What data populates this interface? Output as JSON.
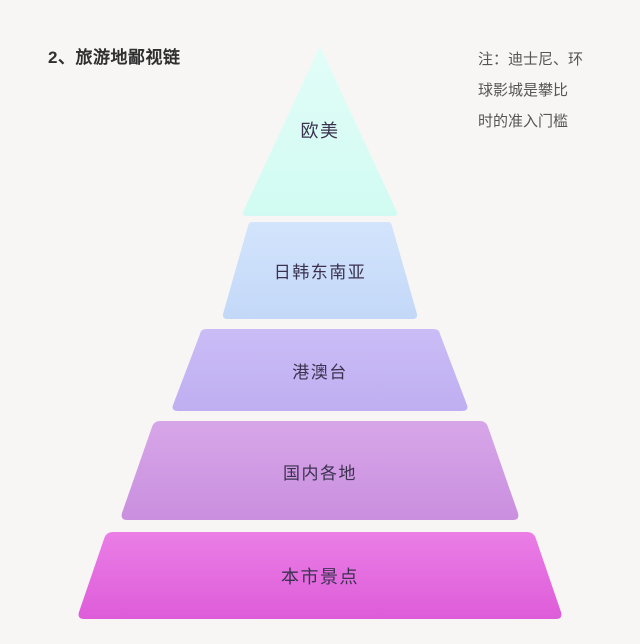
{
  "background_color": "#f7f6f5",
  "title": "2、旅游地鄙视链",
  "note": {
    "lines": [
      "注：迪士尼、环",
      "球影城是攀比",
      "时的准入门槛"
    ]
  },
  "chart_data": {
    "type": "pyramid",
    "title": "2、旅游地鄙视链",
    "annotation": "注：迪士尼、环球影城是攀比时的准入门槛",
    "orientation": "apex-top",
    "levels": 5,
    "categories": [
      "欧美",
      "日韩东南亚",
      "港澳台",
      "国内各地",
      "本市景点"
    ],
    "rank_values": [
      5,
      4,
      3,
      2,
      1
    ],
    "tiers": [
      {
        "rank": 1,
        "label": "欧美",
        "color": "#d3fbf3",
        "color_light": "#e2fdf8",
        "width_top_pct": 0,
        "width_bottom_pct": 24
      },
      {
        "rank": 2,
        "label": "日韩东南亚",
        "color": "#c6daf9",
        "color_light": "#d6e6fc",
        "width_top_pct": 24,
        "width_bottom_pct": 42
      },
      {
        "rank": 3,
        "label": "港澳台",
        "color": "#c4b5f3",
        "color_light": "#d2c5f7",
        "width_top_pct": 42,
        "width_bottom_pct": 56
      },
      {
        "rank": 4,
        "label": "国内各地",
        "color": "#cf97e3",
        "color_light": "#dcaeea",
        "width_top_pct": 56,
        "width_bottom_pct": 75
      },
      {
        "rank": 5,
        "label": "本市景点",
        "color": "#e367df",
        "color_light": "#ea83e6",
        "width_top_pct": 75,
        "width_bottom_pct": 89
      }
    ],
    "label_text_color": "#3b3250",
    "title_color": "#2f2f2f",
    "note_color": "#555556"
  }
}
